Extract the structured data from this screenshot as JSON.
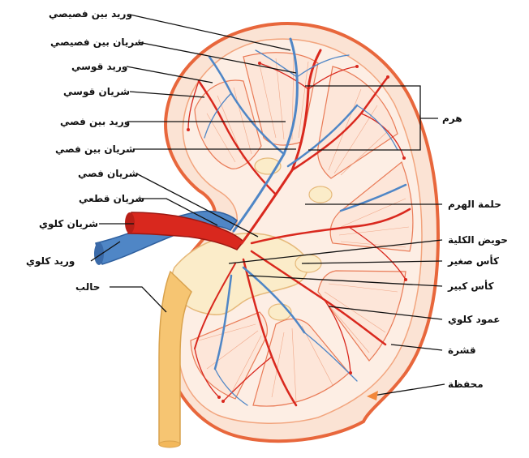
{
  "labels": {
    "interlobular_vein": "وريد بين فصيصي",
    "interlobular_artery": "شريان بين فصيصي",
    "arcuate_vein": "وريد قوسي",
    "arcuate_artery": "شريان قوسي",
    "interlobar_vein": "وريد بين فصي",
    "interlobar_artery": "شريان بين فصي",
    "lobar_artery": "شريان فصي",
    "segmental_artery": "شريان قطعي",
    "renal_artery": "شريان كلوي",
    "renal_vein": "وريد كلوي",
    "ureter": "حالب",
    "pyramid": "هرم",
    "renal_papilla": "حلمة الهرم",
    "renal_pelvis": "حويض الكلية",
    "minor_calyx": "كأس صغير",
    "major_calyx": "كأس كبير",
    "renal_column": "عمود كلوي",
    "cortex": "قشرة",
    "capsule": "محفظة"
  },
  "colors": {
    "capsule_outline": "#e8673c",
    "cortex_fill": "#fbe3d4",
    "medulla_fill": "#fde9de",
    "artery": "#d9281e",
    "vein": "#4f86c6",
    "vein_light": "#9dc0e6",
    "ureter": "#f6c572",
    "pelvis": "#fbecc9",
    "leader": "#111111"
  }
}
